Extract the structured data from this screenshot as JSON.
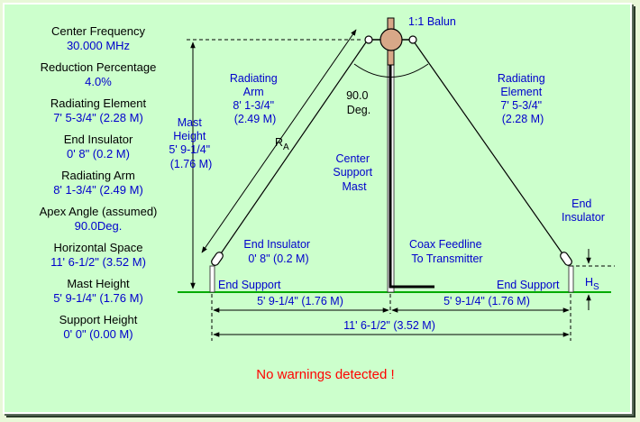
{
  "params": [
    {
      "label": "Center Frequency",
      "value": "30.000 MHz"
    },
    {
      "label": "Reduction Percentage",
      "value": "4.0%"
    },
    {
      "label": "Radiating Element",
      "value": "7' 5-3/4\" (2.28 M)"
    },
    {
      "label": "End Insulator",
      "value": "0' 8\" (0.2 M)"
    },
    {
      "label": "Radiating Arm",
      "value": "8' 1-3/4\" (2.49 M)"
    },
    {
      "label": "Apex Angle (assumed)",
      "value": "90.0Deg."
    },
    {
      "label": "Horizontal Space",
      "value": "11' 6-1/2\" (3.52 M)"
    },
    {
      "label": "Mast Height",
      "value": "5' 9-1/4\" (1.76 M)"
    },
    {
      "label": "Support Height",
      "value": "0' 0\" (0.00 M)"
    }
  ],
  "diagram": {
    "balun": "1:1 Balun",
    "left_arm": [
      "Radiating",
      "Arm",
      "8' 1-3/4\"",
      "(2.49 M)"
    ],
    "apex": [
      "90.0",
      "Deg."
    ],
    "right_element": [
      "Radiating",
      "Element",
      "7' 5-3/4\"",
      "(2.28 M)"
    ],
    "mast_height": [
      "Mast",
      "Height",
      "5' 9-1/4\"",
      "(1.76 M)"
    ],
    "ra": "R",
    "ra_sub": "A",
    "center_mast": [
      "Center",
      "Support",
      "Mast"
    ],
    "end_insulator_right": [
      "End",
      "Insulator"
    ],
    "end_insulator_left": [
      "End Insulator",
      "0' 8\" (0.2 M)"
    ],
    "coax": [
      "Coax Feedline",
      "To Transmitter"
    ],
    "end_support_left": "End Support",
    "end_support_right": "End Support",
    "hs": "H",
    "hs_sub": "S",
    "dim_left": "5' 9-1/4\" (1.76 M)",
    "dim_right": "5' 9-1/4\" (1.76 M)",
    "dim_total": "11' 6-1/2\" (3.52 M)"
  },
  "status": "No warnings detected !",
  "colors": {
    "label_blue": "#0000cc",
    "warning_red": "#ff0000",
    "ground_green": "#00aa00",
    "balun": "#d8a888"
  }
}
